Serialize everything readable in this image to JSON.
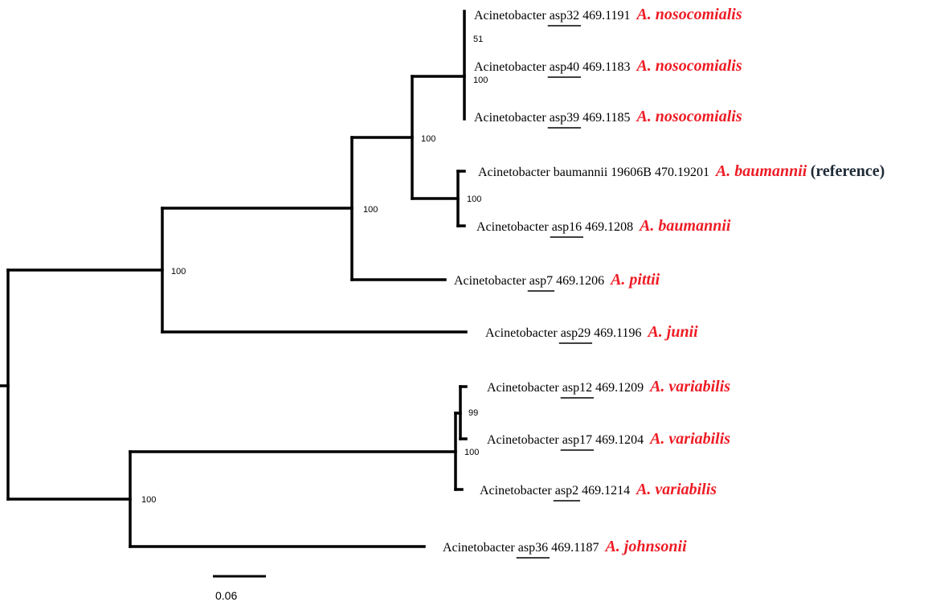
{
  "colors": {
    "species": "#ee1c25",
    "suffix": "#1f2a36",
    "branch": "#000000"
  },
  "leaves": [
    {
      "name": "Acinetobacter",
      "isolate": "asp32",
      "accession": "469.1191",
      "species": "A. nosocomialis",
      "suffix": ""
    },
    {
      "name": "Acinetobacter",
      "isolate": "asp40",
      "accession": "469.1183",
      "species": "A. nosocomialis",
      "suffix": ""
    },
    {
      "name": "Acinetobacter",
      "isolate": "asp39",
      "accession": "469.1185",
      "species": "A. nosocomialis",
      "suffix": ""
    },
    {
      "name": "Acinetobacter baumannii 19606B",
      "isolate": "",
      "accession": "470.19201",
      "species": "A. baumannii",
      "suffix": "(reference)"
    },
    {
      "name": "Acinetobacter",
      "isolate": "asp16",
      "accession": "469.1208",
      "species": "A. baumannii",
      "suffix": ""
    },
    {
      "name": "Acinetobacter",
      "isolate": "asp7",
      "accession": "469.1206",
      "species": "A. pittii",
      "suffix": ""
    },
    {
      "name": "Acinetobacter",
      "isolate": "asp29",
      "accession": "469.1196",
      "species": "A. junii",
      "suffix": ""
    },
    {
      "name": "Acinetobacter",
      "isolate": "asp12",
      "accession": "469.1209",
      "species": "A. variabilis",
      "suffix": ""
    },
    {
      "name": "Acinetobacter",
      "isolate": "asp17",
      "accession": "469.1204",
      "species": "A. variabilis",
      "suffix": ""
    },
    {
      "name": "Acinetobacter",
      "isolate": "asp2",
      "accession": "469.1214",
      "species": "A. variabilis",
      "suffix": ""
    },
    {
      "name": "Acinetobacter",
      "isolate": "asp36",
      "accession": "469.1187",
      "species": "A. johnsonii",
      "suffix": ""
    }
  ],
  "support_values": [
    "51",
    "100",
    "100",
    "100",
    "100",
    "100",
    "99",
    "100",
    "100"
  ],
  "scale_bar": {
    "label": "0.06"
  }
}
